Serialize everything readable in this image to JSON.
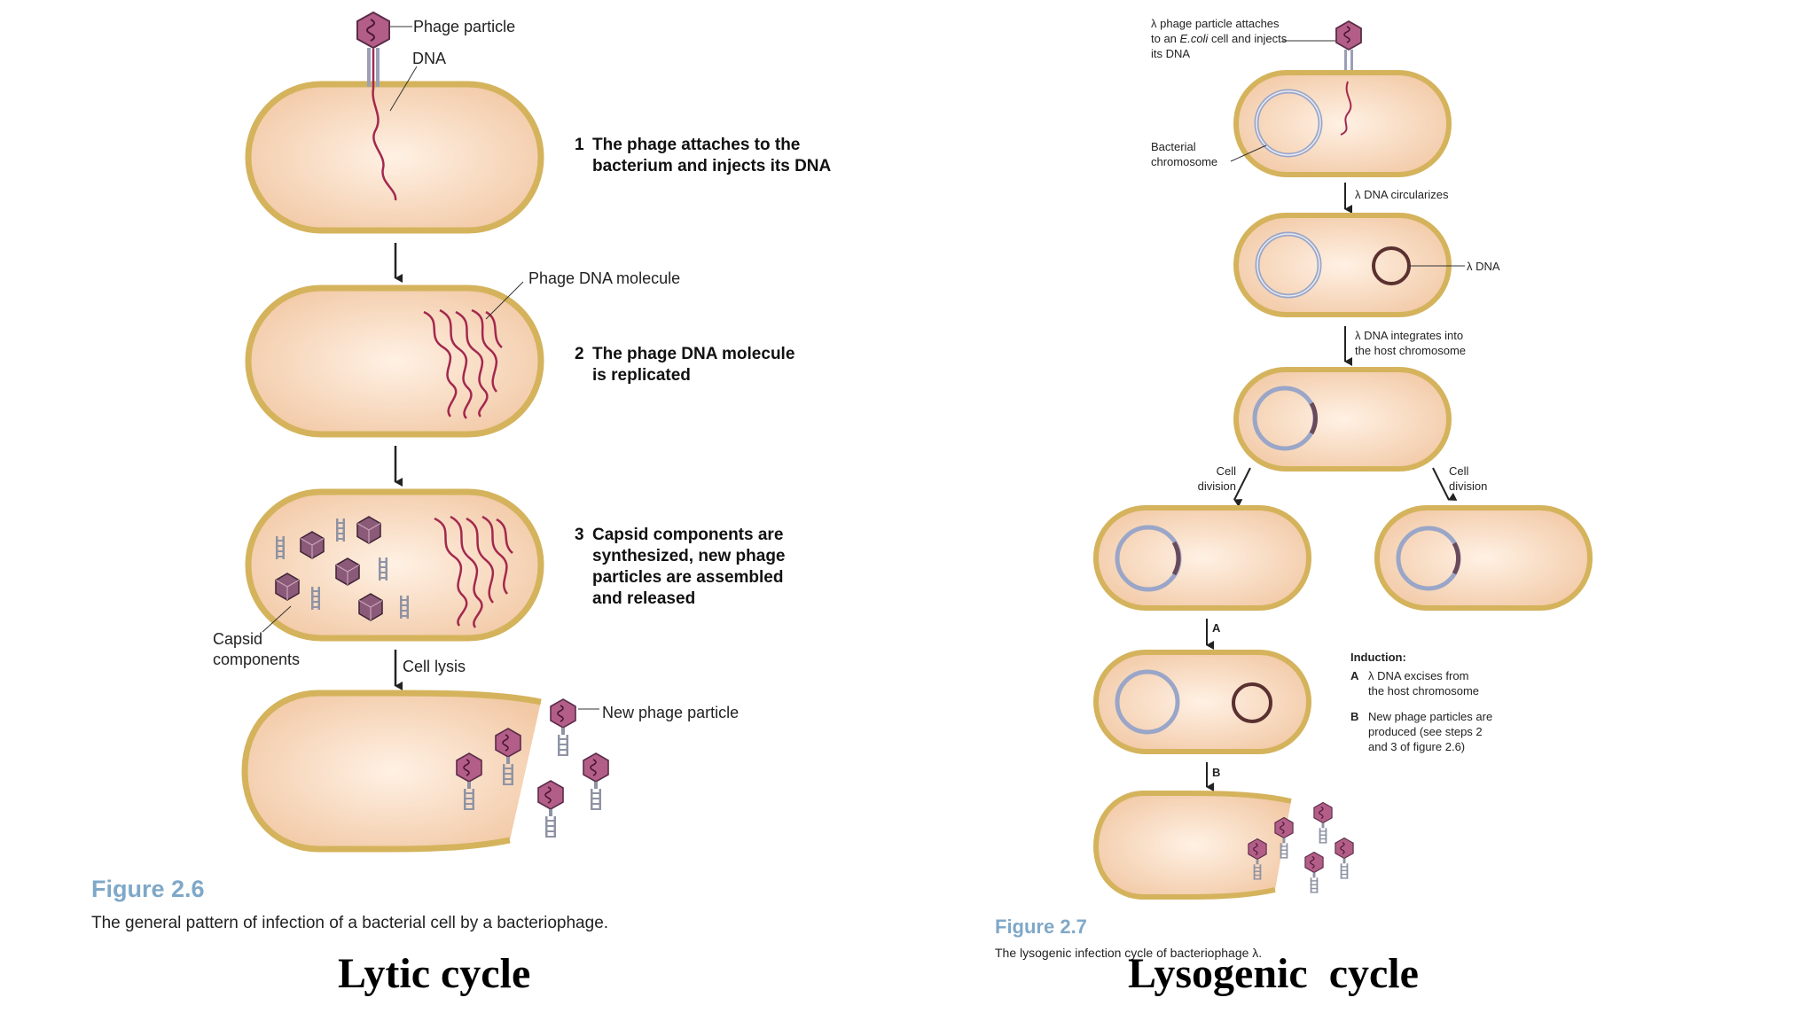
{
  "lytic": {
    "phage_particle_label": "Phage particle",
    "dna_label": "DNA",
    "phage_dna_molecule_label": "Phage DNA molecule",
    "capsid_components_label": "Capsid\ncomponents",
    "cell_lysis_label": "Cell lysis",
    "new_phage_particle_label": "New phage particle",
    "steps": [
      {
        "num": "1",
        "text": "The phage attaches to the\nbacterium and injects its DNA"
      },
      {
        "num": "2",
        "text": "The phage DNA molecule\nis replicated"
      },
      {
        "num": "3",
        "text": "Capsid components are\nsynthesized, new phage\nparticles are assembled\nand released"
      }
    ],
    "figure_number": "Figure 2.6",
    "figure_caption": "The general pattern of infection of a bacterial cell by a bacteriophage.",
    "title": "Lytic cycle"
  },
  "lysogenic": {
    "attach_label_pre": "λ phage particle attaches\nto an ",
    "attach_label_italic": "E.coli",
    "attach_label_post": " cell and injects\nits DNA",
    "bacterial_chromosome_label": "Bacterial\nchromosome",
    "circularizes_label": "λ DNA circularizes",
    "lambda_dna_label": "λ DNA",
    "integrates_label": "λ DNA integrates into\nthe host chromosome",
    "cell_division_left": "Cell\ndivision",
    "cell_division_right": "Cell\ndivision",
    "arrow_a_label": "A",
    "arrow_b_label": "B",
    "induction_heading": "Induction:",
    "induction_items": [
      {
        "key": "A",
        "text": "λ DNA excises from\nthe host chromosome"
      },
      {
        "key": "B",
        "text": "New phage particles are\nproduced (see steps 2\nand 3 of figure 2.6)"
      }
    ],
    "figure_number": "Figure 2.7",
    "figure_caption": "The lysogenic infection cycle of bacteriophage λ.",
    "title": "Lysogenic  cycle"
  },
  "colors": {
    "cell_fill": "#f6d2b4",
    "cell_wall": "#d4b35c",
    "dna": "#a3284e",
    "chromosome": "#9aa6c8",
    "capsid": "#8c5a76",
    "figure_number": "#7fa8c8"
  }
}
